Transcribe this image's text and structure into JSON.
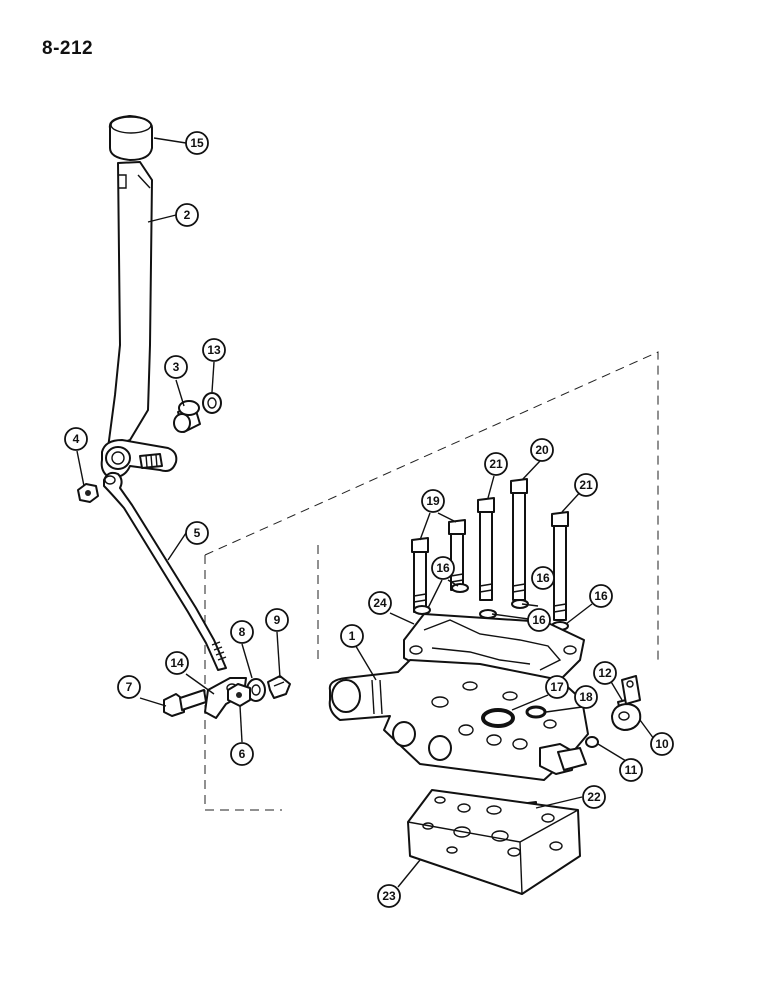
{
  "page": {
    "label": "8-212"
  },
  "callouts": [
    {
      "id": "15",
      "label": "15"
    },
    {
      "id": "2",
      "label": "2"
    },
    {
      "id": "3",
      "label": "3"
    },
    {
      "id": "13",
      "label": "13"
    },
    {
      "id": "4",
      "label": "4"
    },
    {
      "id": "5",
      "label": "5"
    },
    {
      "id": "9",
      "label": "9"
    },
    {
      "id": "8",
      "label": "8"
    },
    {
      "id": "14",
      "label": "14"
    },
    {
      "id": "7",
      "label": "7"
    },
    {
      "id": "6",
      "label": "6"
    },
    {
      "id": "21a",
      "label": "21"
    },
    {
      "id": "20",
      "label": "20"
    },
    {
      "id": "21b",
      "label": "21"
    },
    {
      "id": "19",
      "label": "19"
    },
    {
      "id": "16a",
      "label": "16"
    },
    {
      "id": "16b",
      "label": "16"
    },
    {
      "id": "16c",
      "label": "16"
    },
    {
      "id": "16d",
      "label": "16"
    },
    {
      "id": "24",
      "label": "24"
    },
    {
      "id": "1",
      "label": "1"
    },
    {
      "id": "17",
      "label": "17"
    },
    {
      "id": "18",
      "label": "18"
    },
    {
      "id": "12",
      "label": "12"
    },
    {
      "id": "10",
      "label": "10"
    },
    {
      "id": "11",
      "label": "11"
    },
    {
      "id": "22",
      "label": "22"
    },
    {
      "id": "23",
      "label": "23"
    }
  ]
}
